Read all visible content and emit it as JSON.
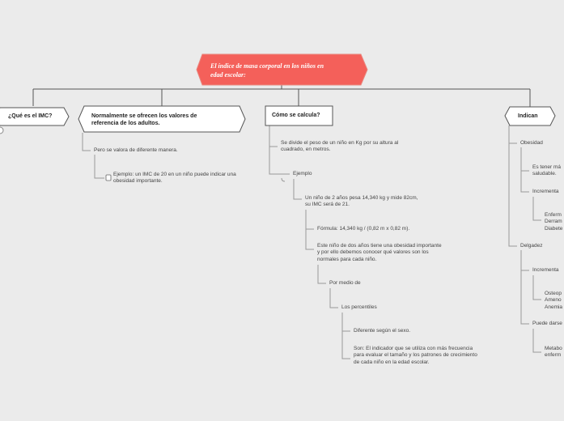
{
  "root": {
    "title_line1": "El índice de masa corporal en los niños  en",
    "title_line2": "edad escolar:"
  },
  "branch1": {
    "label": "¿Qué es el IMC?"
  },
  "branch2": {
    "label_line1": "Normalmente se ofrecen los valores de",
    "label_line2": "referencia de los adultos.",
    "child1": "Pero se valora de diferente manera.",
    "child2_line1": "Ejemplo: un IMC de 20 en un niño puede indicar una",
    "child2_line2": "obesidad importante."
  },
  "branch3": {
    "label": "Cómo se calcula?",
    "c1_line1": "Se divide el peso de un niño en Kg por su altura al",
    "c1_line2": "cuadrado, en metros.",
    "c2": "Ejemplo",
    "c3_line1": "Un niño de 2 años pesa 14,340 kg y mide 82cm,",
    "c3_line2": "su IMC será de 21.",
    "c4": "Fórmula: 14,340 kg / (0,82 m x 0,82 m).",
    "c5_line1": "Este niño de dos años tiene una obesidad importante",
    "c5_line2": "y por ello debemos conocer qué valores son los",
    "c5_line3": "normales para cada niño.",
    "c6": "Por medio de",
    "c7": "Los percentiles",
    "c8": "Diferente según el sexo.",
    "c9_line1": "Son: El indicador que se utiliza con más frecuencia",
    "c9_line2": "para evaluar el tamaño y los patrones de crecimiento",
    "c9_line3": "de cada niño en la edad escolar."
  },
  "branch4": {
    "label": "Indican",
    "obesidad": "Obesidad",
    "ob1_line1": "Es tener má",
    "ob1_line2": "saludable.",
    "ob2": "Incrementa",
    "ob3_line1": "Enferm",
    "ob3_line2": "Derram",
    "ob3_line3": "Diabete",
    "delgadez": "Delgadez",
    "de1": "Incrementa",
    "de2_line1": "Osteop",
    "de2_line2": "Ameno",
    "de2_line3": "Anemia",
    "de3": "Puede darse",
    "de4_line1": "Metabo",
    "de4_line2": "enferm"
  },
  "colors": {
    "root_fill": "#f4605a",
    "root_border": "#e88a80",
    "line": "#555555",
    "sub_line": "#999999"
  }
}
